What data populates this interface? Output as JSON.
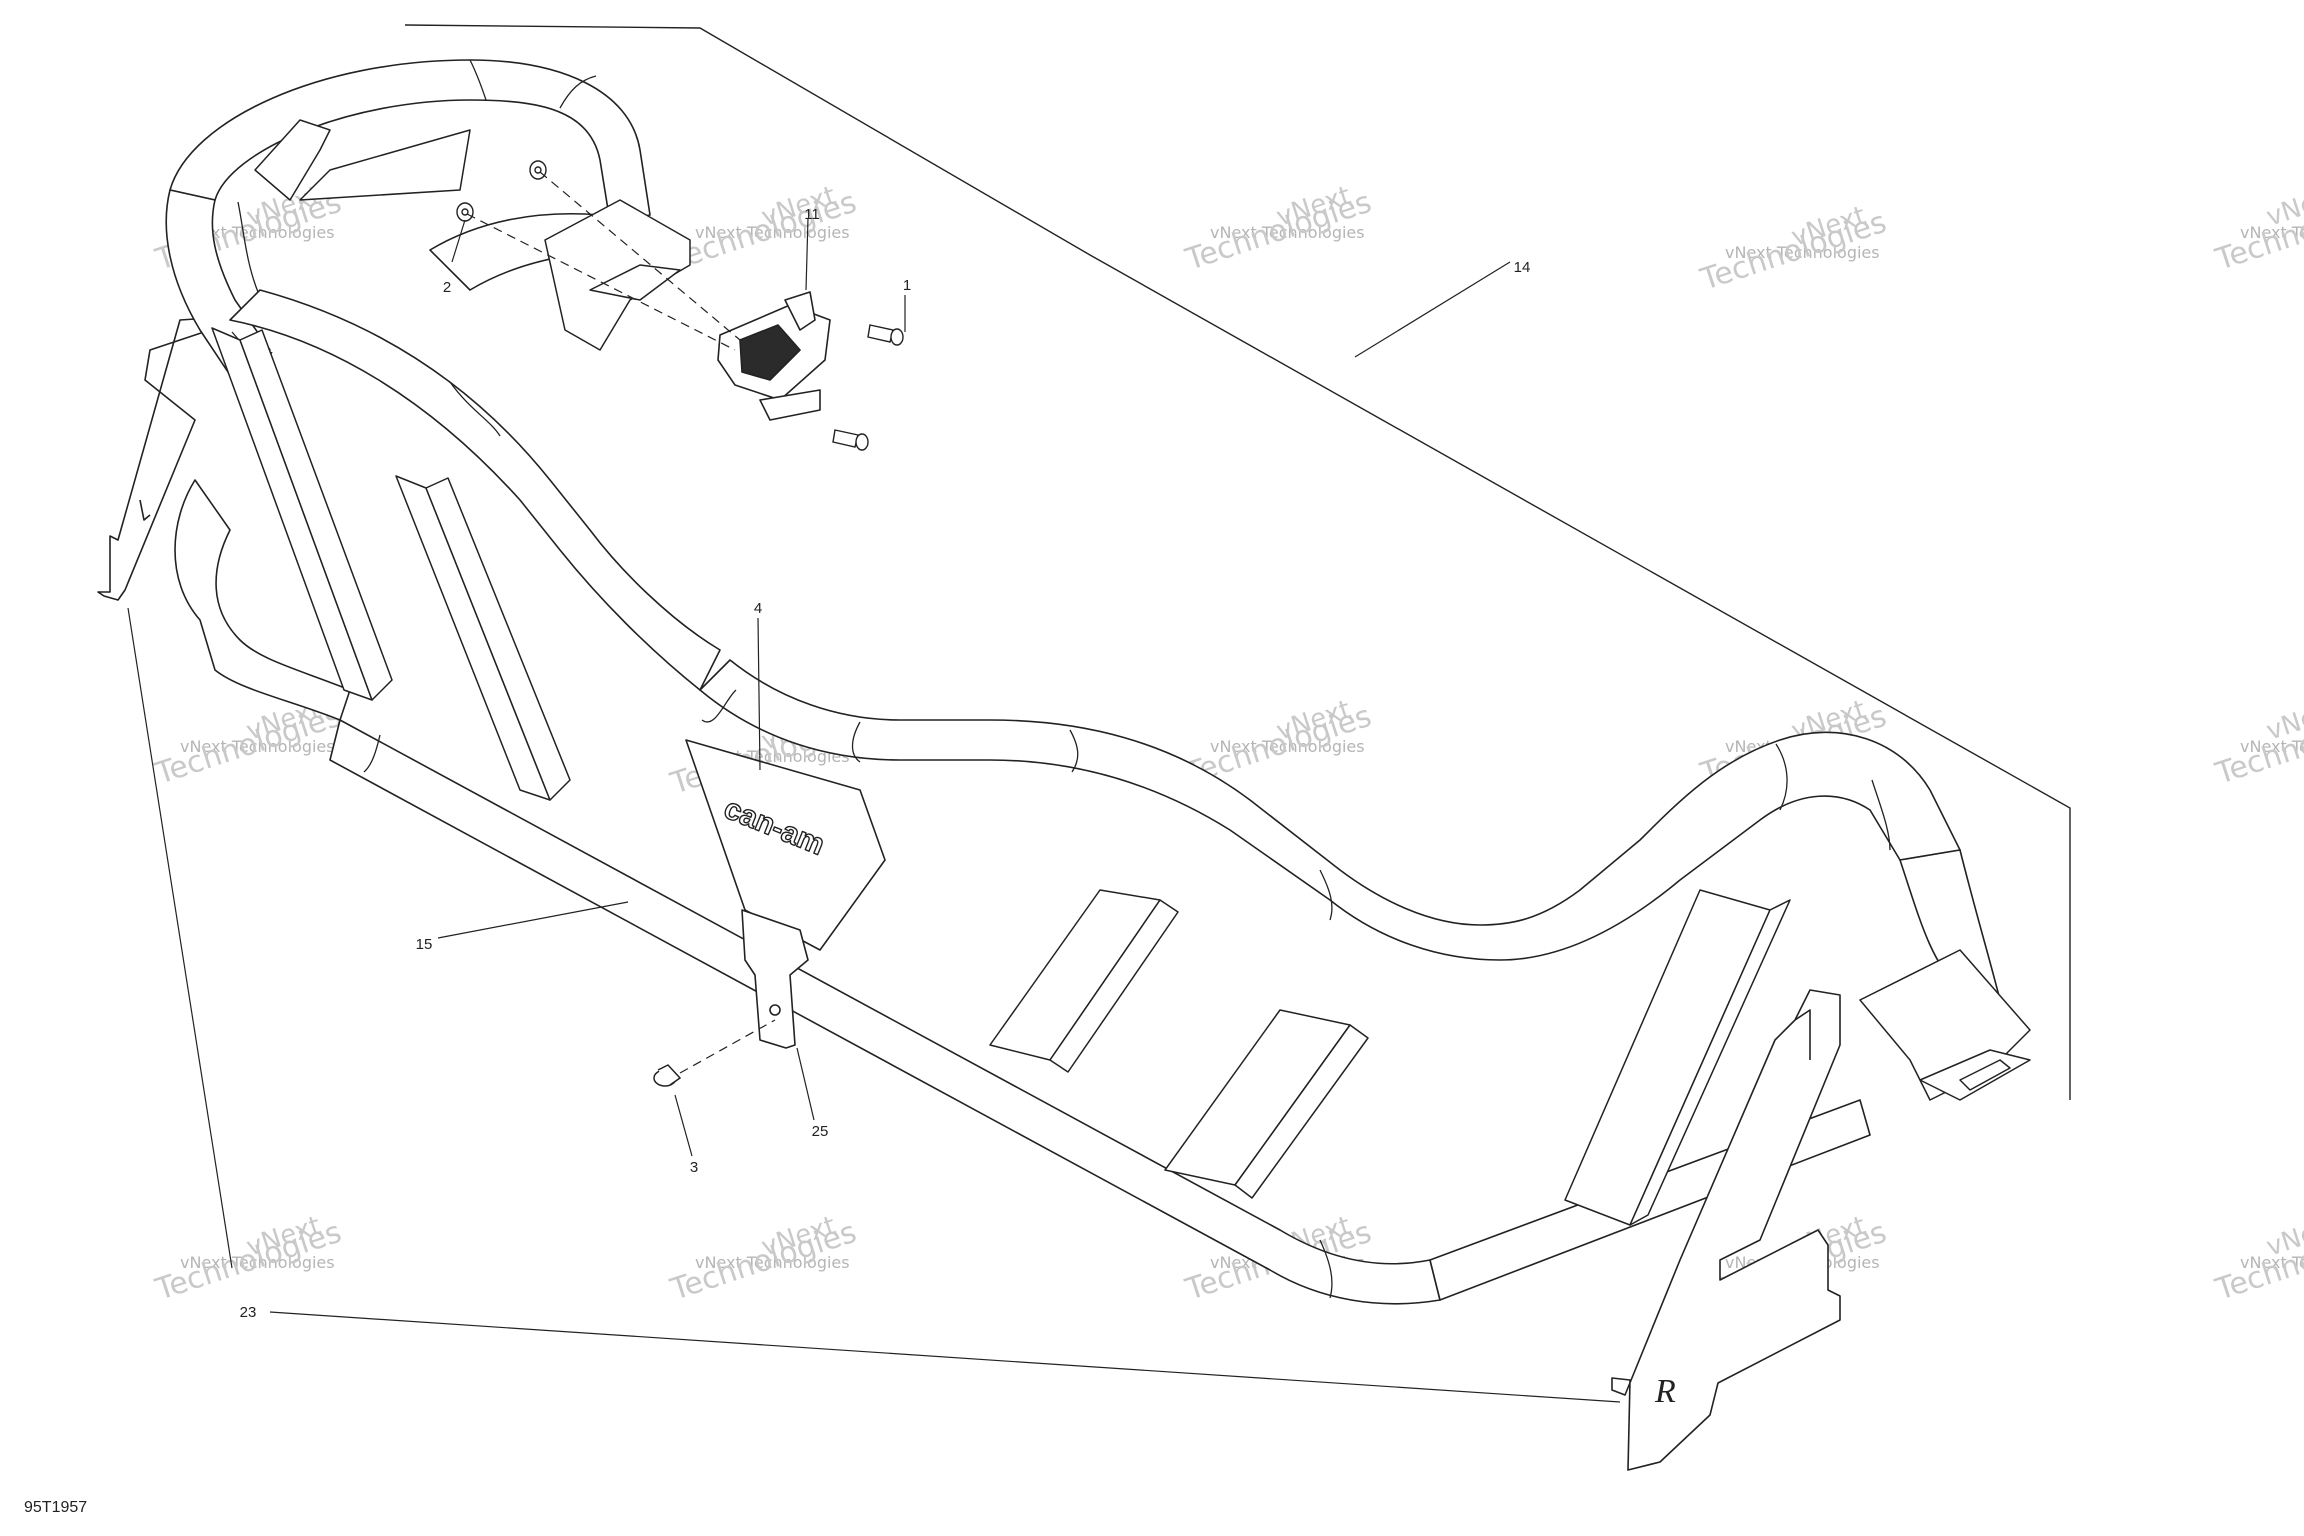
{
  "diagram": {
    "figure_code": "95T1957",
    "callouts": [
      "14",
      "11",
      "1",
      "2",
      "4",
      "15",
      "25",
      "3",
      "23"
    ],
    "watermark_lines": [
      "vNext Technologies",
      "vNext",
      "Technologies"
    ],
    "decal_text": "can-am",
    "plate_marks": [
      "R"
    ]
  }
}
